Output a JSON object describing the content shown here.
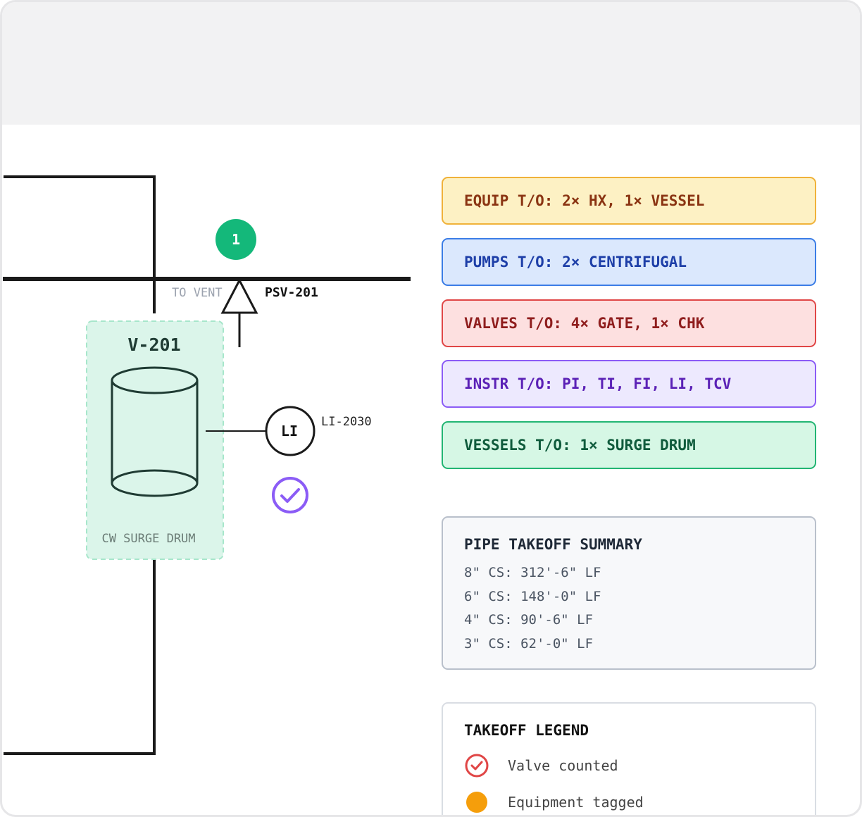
{
  "diagram": {
    "vessel": {
      "tag": "V-201",
      "service": "CW SURGE DRUM"
    },
    "psv": {
      "tag": "PSV-201",
      "destination": "TO VENT"
    },
    "instrument": {
      "symbol": "LI",
      "tag": "LI-2030"
    },
    "callout": {
      "number": "1",
      "color": "#14b87a"
    },
    "check_color": "#8b5cf6"
  },
  "takeoff_tags": [
    {
      "label": "EQUIP T/O: 2× HX, 1× VESSEL",
      "bg": "#fdf1c4",
      "border": "#f0b23a",
      "text": "#8a3412"
    },
    {
      "label": "PUMPS T/O: 2× CENTRIFUGAL",
      "bg": "#dbe8fd",
      "border": "#3b7de6",
      "text": "#1e3fa8"
    },
    {
      "label": "VALVES T/O: 4× GATE, 1× CHK",
      "bg": "#fde0e0",
      "border": "#e04646",
      "text": "#8f1d1d"
    },
    {
      "label": "INSTR T/O: PI, TI, FI, LI, TCV",
      "bg": "#ede9fe",
      "border": "#8b5cf6",
      "text": "#5b21b6"
    },
    {
      "label": "VESSELS T/O: 1× SURGE DRUM",
      "bg": "#d6f7e5",
      "border": "#22b573",
      "text": "#0f5b3c"
    }
  ],
  "pipe_summary": {
    "title": "PIPE TAKEOFF SUMMARY",
    "lines": [
      "8\" CS: 312'-6\" LF",
      "6\" CS: 148'-0\" LF",
      "4\" CS: 90'-6\" LF",
      "3\" CS: 62'-0\" LF"
    ]
  },
  "legend": {
    "title": "TAKEOFF LEGEND",
    "items": [
      {
        "label": "Valve counted",
        "icon": "check-circle-icon",
        "color": "#e04646"
      },
      {
        "label": "Equipment tagged",
        "icon": "filled-circle-icon",
        "color": "#f59e0b"
      }
    ]
  }
}
